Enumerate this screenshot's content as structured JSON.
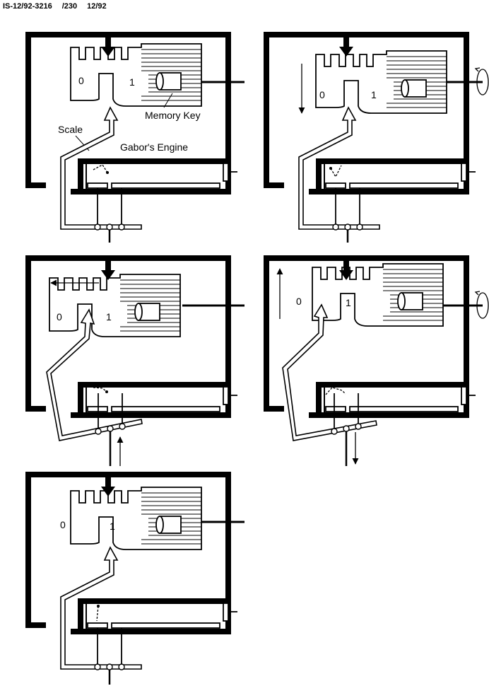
{
  "header": {
    "doc_id": "IS-12/92-3216",
    "page": "/230",
    "date": "12/92"
  },
  "labels": {
    "zero": "0",
    "one": "1",
    "memory_key": "Memory Key",
    "scale": "Scale",
    "engine": "Gabor's Engine"
  },
  "colors": {
    "ink": "#000000",
    "paper": "#ffffff"
  },
  "panels": [
    {
      "id": "panel-1",
      "key_shift": "none",
      "scale_tilt": "flat",
      "annotations": [
        "memory_key",
        "scale",
        "engine"
      ]
    },
    {
      "id": "panel-2",
      "key_shift": "down",
      "scale_tilt": "flat",
      "annotations": [
        "rotation-arrow",
        "down-arrow"
      ]
    },
    {
      "id": "panel-3",
      "key_shift": "left",
      "scale_tilt": "up",
      "annotations": [
        "left-arrow",
        "up-arrow"
      ]
    },
    {
      "id": "panel-4",
      "key_shift": "up",
      "scale_tilt": "down",
      "annotations": [
        "rotation-arrow",
        "up-arrow",
        "down-arrow"
      ]
    },
    {
      "id": "panel-5",
      "key_shift": "none",
      "scale_tilt": "flat",
      "annotations": []
    }
  ]
}
